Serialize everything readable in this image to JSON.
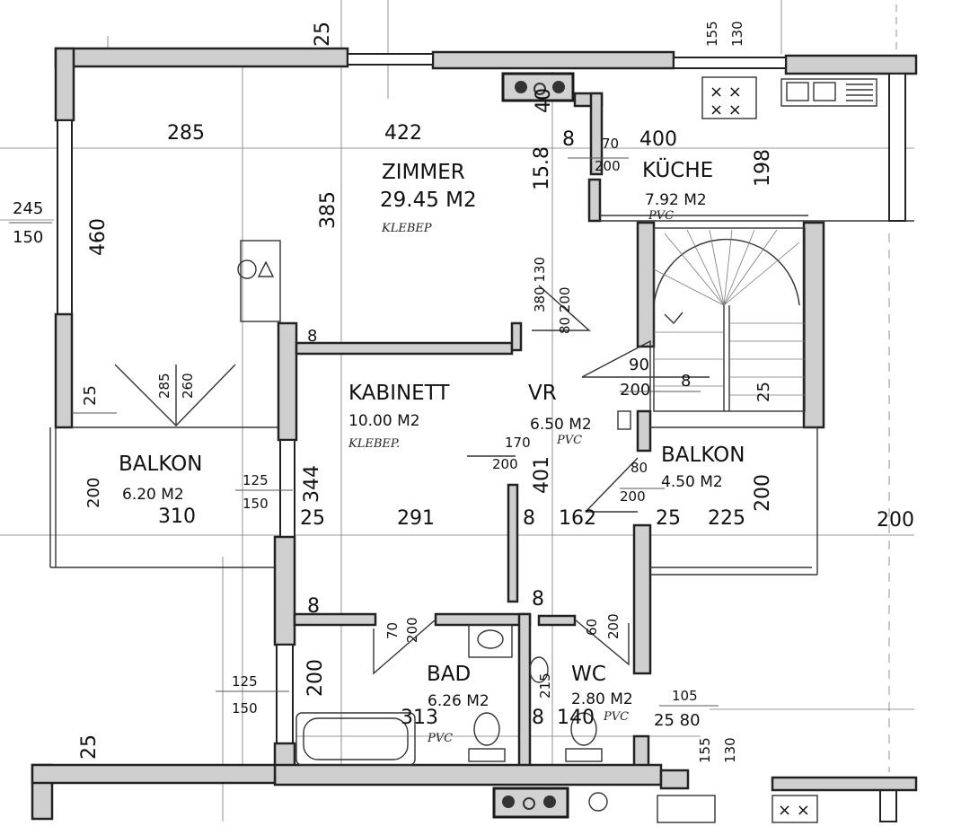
{
  "rooms": {
    "zimmer": {
      "name": "ZIMMER",
      "area": "29.45 M2",
      "floor": "KLEBEP"
    },
    "kueche": {
      "name": "KÜCHE",
      "area": "7.92 M2",
      "floor": "PVC"
    },
    "kabinett": {
      "name": "KABINETT",
      "area": "10.00 M2",
      "floor": "KLEBEP."
    },
    "vr": {
      "name": "VR",
      "area": "6.50 M2",
      "floor": "PVC"
    },
    "balkon_left": {
      "name": "BALKON",
      "area": "6.20 M2"
    },
    "balkon_right": {
      "name": "BALKON",
      "area": "4.50 M2"
    },
    "bad": {
      "name": "BAD",
      "area": "6.26 M2",
      "floor": "PVC"
    },
    "wc": {
      "name": "WC",
      "area": "2.80 M2",
      "floor": "PVC"
    }
  },
  "dimensions": {
    "d285_top": "285",
    "d422": "422",
    "d400": "400",
    "d385": "385",
    "d460": "460",
    "d158": "15.8",
    "d198": "198",
    "d155_top": "155",
    "d130_top": "130",
    "d25_top": "25",
    "d245": "245",
    "d150_left": "150",
    "d8_kitchen": "8",
    "d70_kitchen": "70",
    "d200_kitchen": "200",
    "d40": "40",
    "d8_mid": "8",
    "d380_130": "380 130",
    "d80_200_vr": "80 200",
    "d90": "90",
    "d200_stair": "200",
    "d8_stair": "8",
    "d25_stair": "25",
    "d285_balkon": "285",
    "d260_balkon": "260",
    "d25_left": "25",
    "d200_left": "200",
    "d310": "310",
    "d125_a": "125",
    "d150_a": "150",
    "d344": "344",
    "d25_mid": "25",
    "d291": "291",
    "d170": "170",
    "d200_door": "200",
    "d401": "401",
    "d8_b": "8",
    "d162": "162",
    "d80_b": "80",
    "d200_b": "200",
    "d25_b": "25",
    "d225": "225",
    "d200_right": "200",
    "d200_far": "200",
    "d8_c": "8",
    "d8_d": "8",
    "d70_bad": "70",
    "d200_bad": "200",
    "d60_wc": "60",
    "d200_wc": "200",
    "d200_bath": "200",
    "d125_b": "125",
    "d150_b": "150",
    "d313": "313",
    "d8_e": "8",
    "d140": "140",
    "d105": "105",
    "d2580": "25 80",
    "d155_bot": "155",
    "d130_bot": "130",
    "d25_bot": "25",
    "d215": "215"
  }
}
